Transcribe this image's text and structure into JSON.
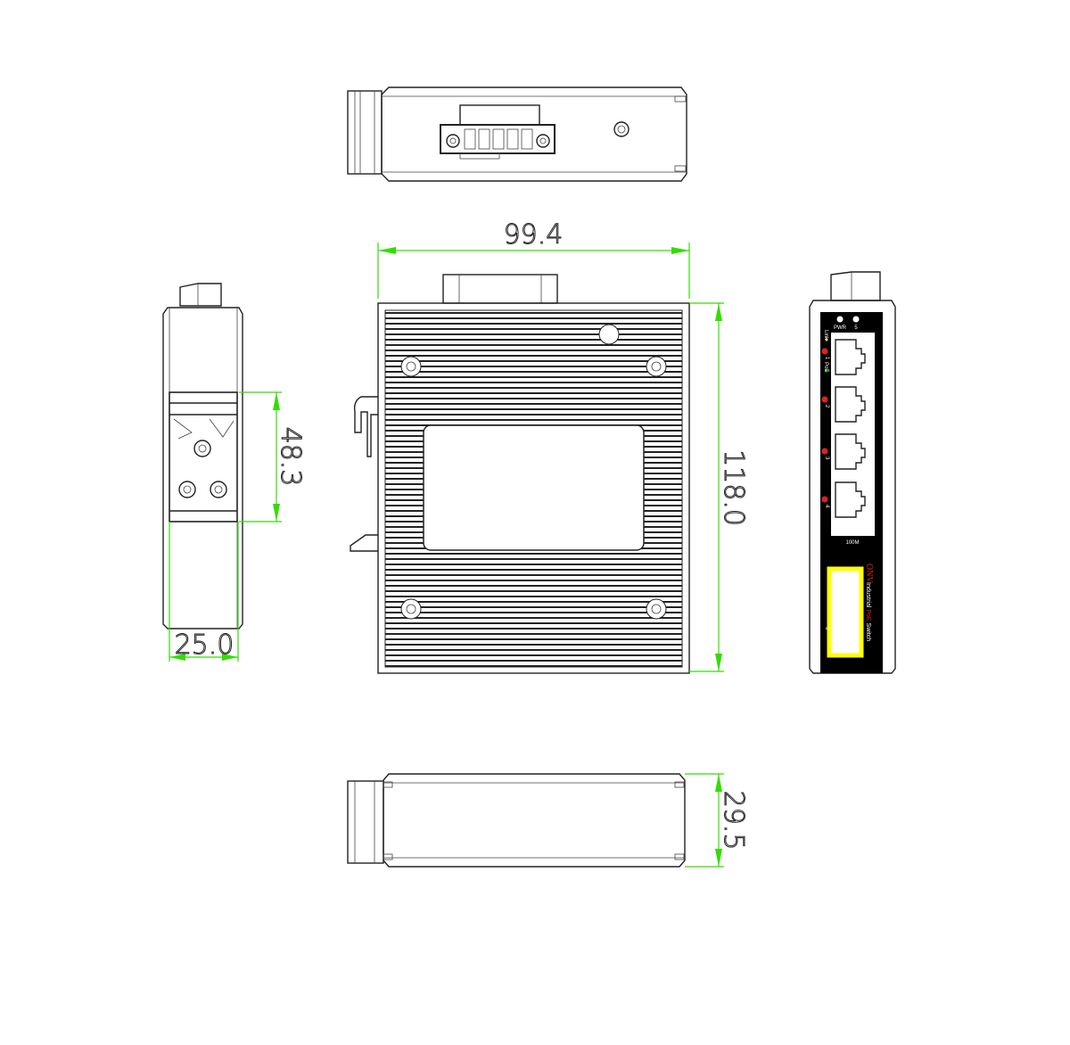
{
  "dimensions": {
    "width": "99.4",
    "height": "118.0",
    "din_rail": "48.3",
    "depth": "25.0",
    "thickness": "29.5"
  },
  "front_panel": {
    "led_labels": {
      "pwr": "PWR",
      "sfp": "5",
      "link": "Link",
      "poe": "PoE"
    },
    "port_numbers": [
      "1",
      "2",
      "3",
      "4"
    ],
    "port_speed": "100M",
    "sfp_number": "5",
    "brand": "ONV",
    "product_prefix": "Industrial ",
    "product_highlight": "PoE",
    "product_suffix": " Switch"
  },
  "colors": {
    "dimension": "#33dd00",
    "sfp_frame": "#ffff00",
    "led_red": "#dd2222",
    "led_green": "#22cc22",
    "led_yellow": "#ffee00",
    "brand_red": "#dd2222"
  }
}
